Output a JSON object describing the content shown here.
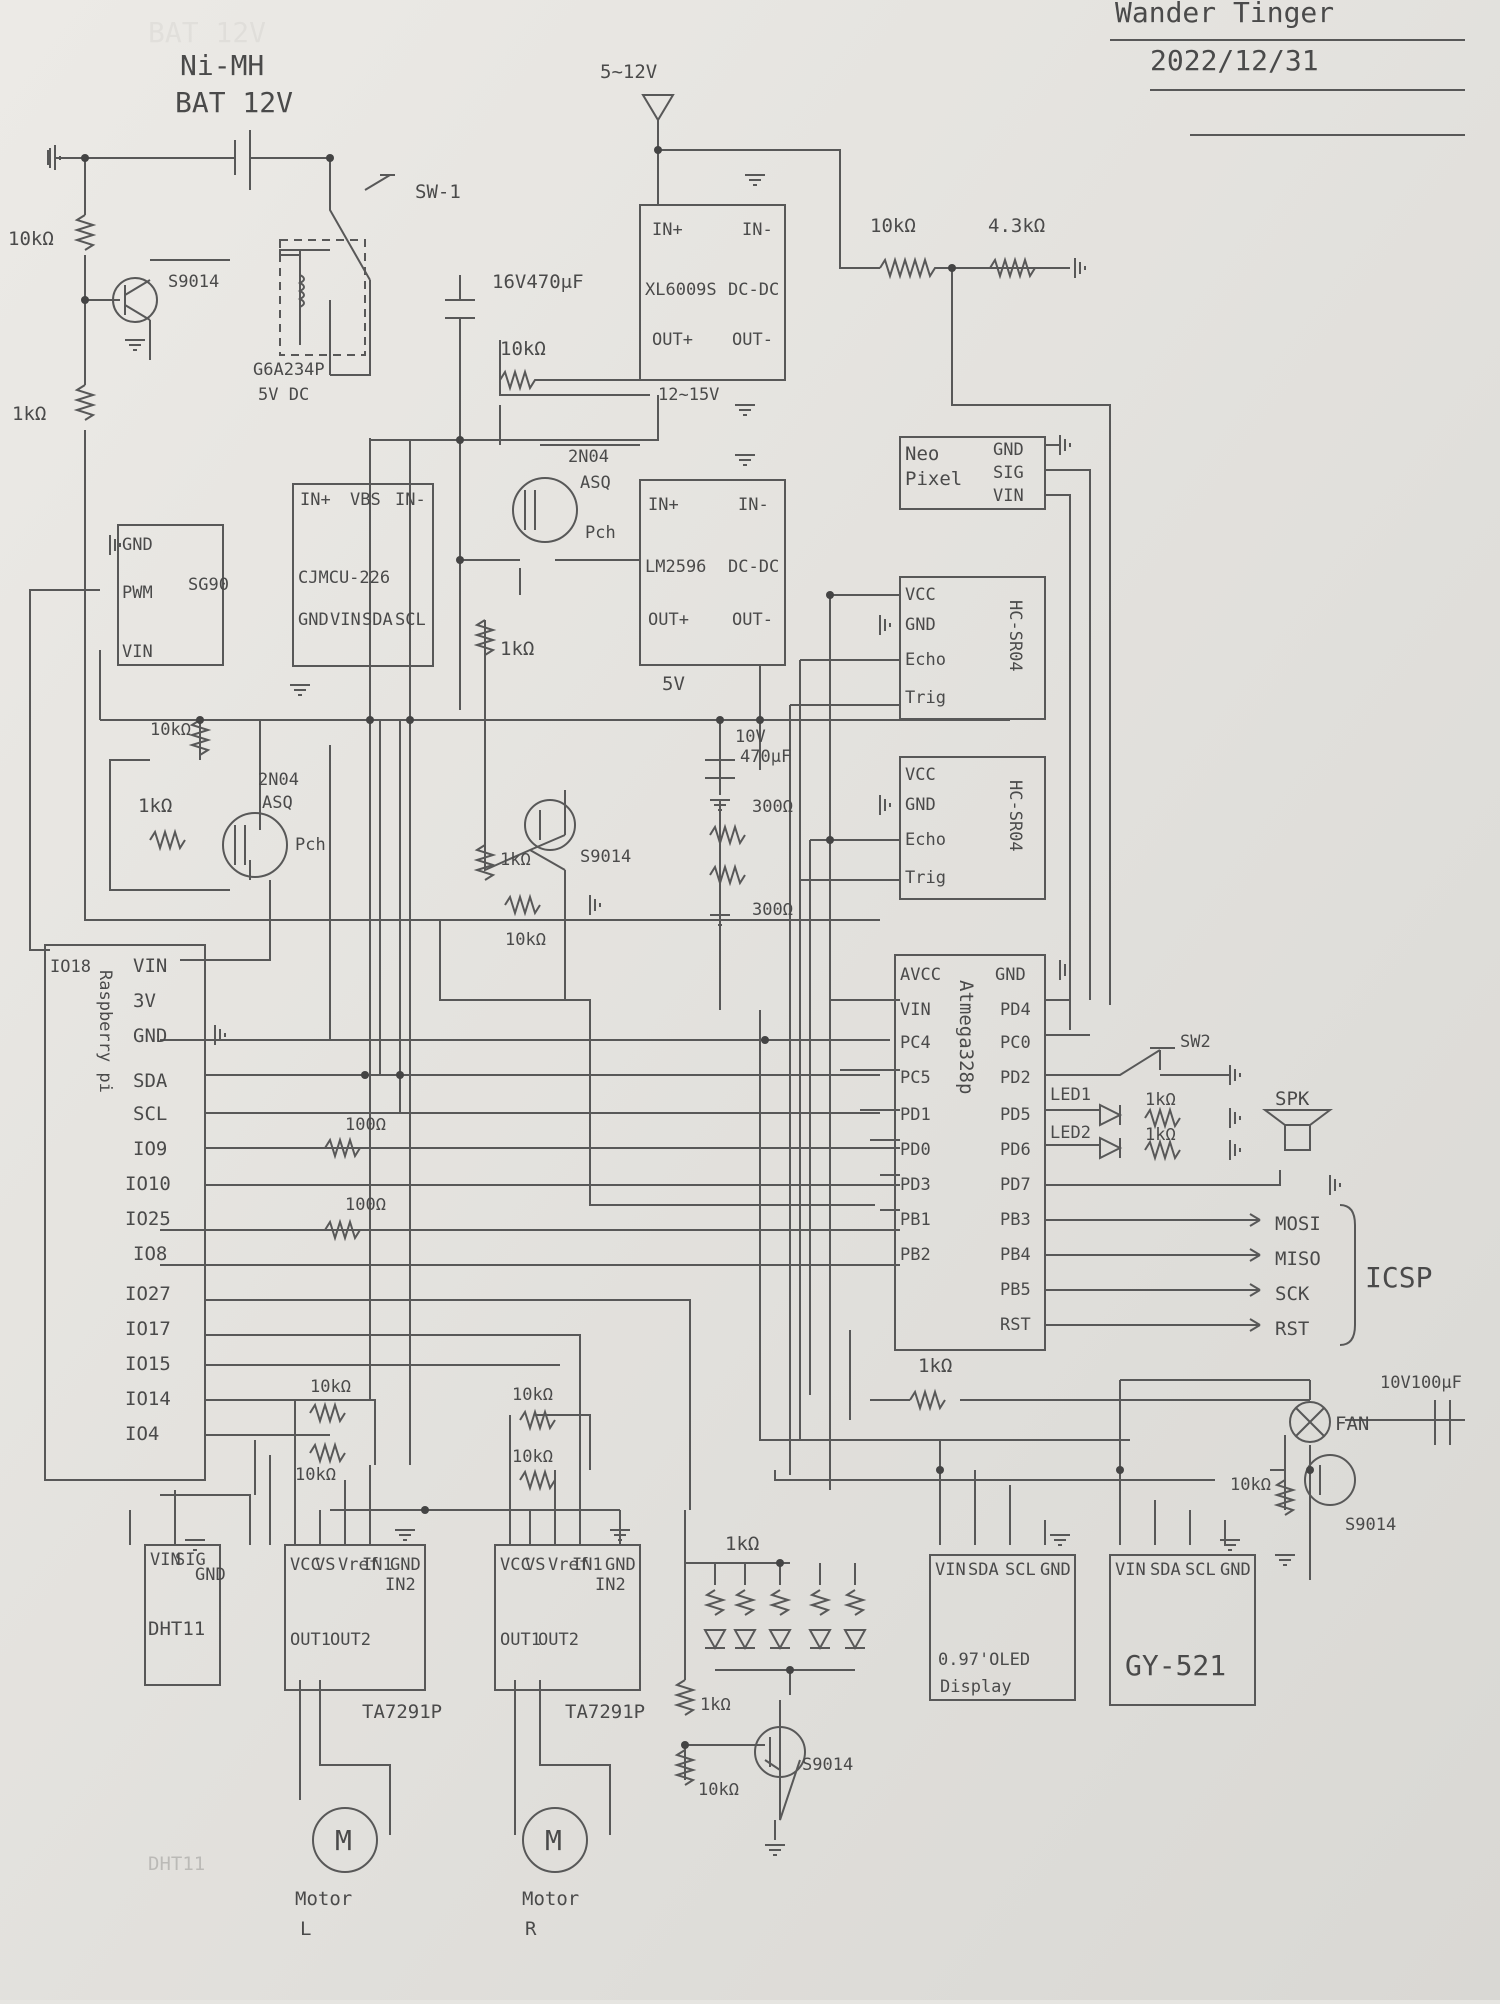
{
  "author": {
    "name": "Wander Tinger",
    "date": "2022/12/31"
  },
  "battery": {
    "line1": "Ni-MH",
    "line2": "BAT 12V",
    "ghost": "BAT 12V"
  },
  "supply_in": "5~12V",
  "switches": {
    "sw1": "SW-1",
    "sw2": "SW2"
  },
  "relay": {
    "line1": "G6A234P",
    "line2": "5V DC"
  },
  "resistors": {
    "r10k_top": "10kΩ",
    "r1k_left": "1kΩ",
    "r10k_mos": "10kΩ",
    "r1k_mos": "1kΩ",
    "r10k_gate": "10kΩ",
    "r1k_mid": "1kΩ",
    "r1k_q2": "1kΩ",
    "r10k_q2": "10kΩ",
    "r10k_div": "10kΩ",
    "r43k_div": "4.3kΩ",
    "r300_a": "300Ω",
    "r300_b": "300Ω",
    "r100_a": "100Ω",
    "r100_b": "100Ω",
    "r1k_led1": "1kΩ",
    "r1k_led2": "1kΩ",
    "r10k_m1": "10kΩ",
    "r10k_m2": "10kΩ",
    "r10k_m3": "10kΩ",
    "r10k_m4": "10kΩ",
    "r1k_array": "1kΩ",
    "r1k_qled": "1kΩ",
    "r10k_qled": "10kΩ",
    "r1k_fan": "1kΩ",
    "r10k_fan": "10kΩ"
  },
  "transistors": {
    "q1": "S9014",
    "q2": "S9014",
    "q3": "S9014",
    "q4": "S9014"
  },
  "mosfets": {
    "m1": {
      "line1": "2N04",
      "line2": "ASQ",
      "line3": "Pch"
    },
    "m2": {
      "line1": "2N04",
      "line2": "ASQ",
      "line3": "Pch"
    }
  },
  "capacitors": {
    "c1": "16V470μF",
    "c2_v": "10V",
    "c2_c": "470μF",
    "c3": "10V100μF"
  },
  "xl6009": {
    "name": "XL6009S",
    "type": "DC-DC",
    "out_label": "12~15V",
    "in_plus": "IN+",
    "in_minus": "IN-",
    "out_plus": "OUT+",
    "out_minus": "OUT-"
  },
  "lm2596": {
    "name": "LM2596",
    "type": "DC-DC",
    "out_label": "5V",
    "in_plus": "IN+",
    "in_minus": "IN-",
    "out_plus": "OUT+",
    "out_minus": "OUT-"
  },
  "cjmcu": {
    "name": "CJMCU-226",
    "top": [
      "IN+",
      "VBS",
      "IN-"
    ],
    "bottom": [
      "GND",
      "VIN",
      "SDA",
      "SCL"
    ]
  },
  "servo": {
    "pins": [
      "GND",
      "PWM",
      "VIN"
    ],
    "name": "SG90"
  },
  "neopixel": {
    "line1": "Neo",
    "line2": "Pixel",
    "pins": [
      "GND",
      "SIG",
      "VIN"
    ]
  },
  "hcsr04": {
    "name": "HC-SR04",
    "pins": [
      "VCC",
      "GND",
      "Echo",
      "Trig"
    ]
  },
  "raspberry": {
    "name": "Raspberry pi",
    "pins": [
      "VIN",
      "3V",
      "GND",
      "SDA",
      "SCL",
      "IO9",
      "IO10",
      "IO25",
      "IO8",
      "IO27",
      "IO17",
      "IO15",
      "IO14",
      "IO4"
    ],
    "io18": "IO18"
  },
  "atmega": {
    "name": "Atmega328p",
    "left": [
      "AVCC",
      "VIN",
      "PC4",
      "PC5",
      "PD1",
      "PD0",
      "PD3",
      "PB1",
      "PB2"
    ],
    "right": [
      "GND",
      "PD4",
      "PC0",
      "PD2",
      "PD5",
      "PD6",
      "PD7",
      "PB3",
      "PB4",
      "PB5",
      "RST"
    ]
  },
  "leds": {
    "led1": "LED1",
    "led2": "LED2"
  },
  "speaker": "SPK",
  "icsp": {
    "title": "ICSP",
    "lines": [
      "MOSI",
      "MISO",
      "SCK",
      "RST"
    ]
  },
  "fan": "FAN",
  "dht11": {
    "pins": [
      "VIN",
      "SIG",
      "GND"
    ],
    "name": "DHT11",
    "ghost": "DHT11"
  },
  "ta7291p": {
    "name": "TA7291P",
    "pins": [
      "VCC",
      "VS",
      "Vref",
      "IN1",
      "IN2",
      "GND"
    ],
    "outs": [
      "OUT1",
      "OUT2"
    ]
  },
  "motors": {
    "symbol": "M",
    "left_line1": "Motor",
    "left_line2": "L",
    "right_line1": "Motor",
    "right_line2": "R"
  },
  "oled": {
    "pins": [
      "VIN",
      "SDA",
      "SCL",
      "GND"
    ],
    "line1": "0.97'OLED",
    "line2": "Display"
  },
  "gy521": {
    "pins": [
      "VIN",
      "SDA",
      "SCL",
      "GND"
    ],
    "name": "GY-521"
  }
}
